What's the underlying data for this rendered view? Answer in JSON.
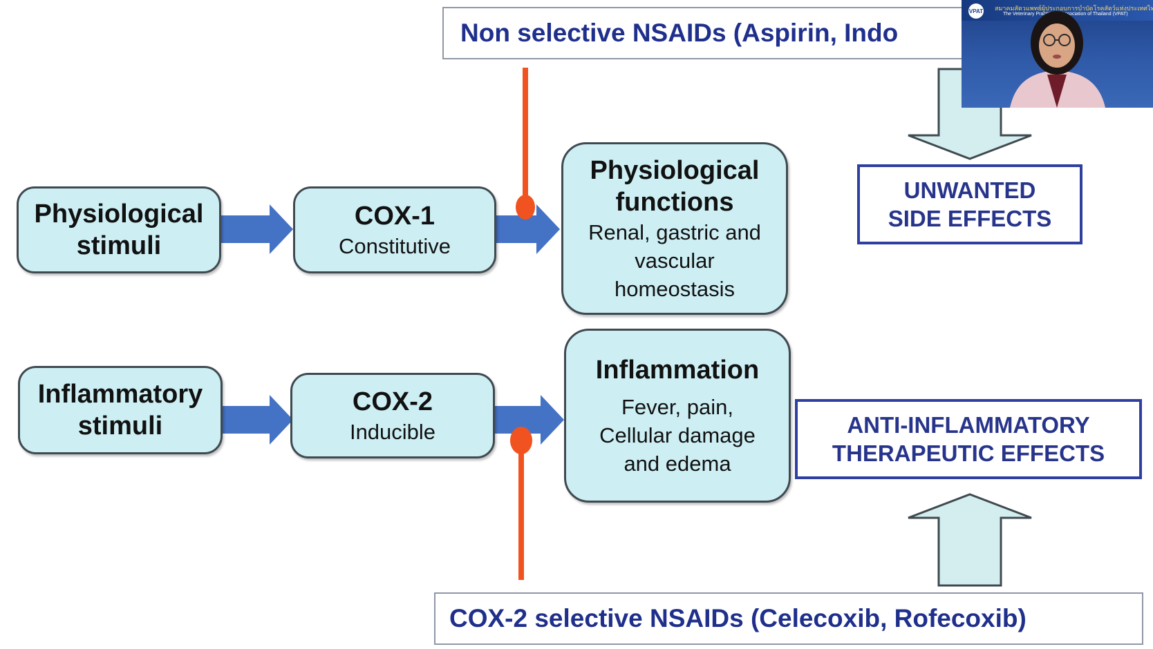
{
  "top_drug": {
    "label": "Non selective NSAIDs (Aspirin, Indo"
  },
  "bottom_drug": {
    "label": "COX-2 selective  NSAIDs (Celecoxib, Rofecoxib)"
  },
  "row1": {
    "stimulus": [
      "Physiological",
      "stimuli"
    ],
    "enzyme_title": "COX-1",
    "enzyme_sub": "Constitutive",
    "outcome_title": [
      "Physiological",
      "functions"
    ],
    "outcome_sub": [
      "Renal, gastric and",
      "vascular",
      "homeostasis"
    ]
  },
  "row2": {
    "stimulus": [
      "Inflammatory",
      "stimuli"
    ],
    "enzyme_title": "COX-2",
    "enzyme_sub": "Inducible",
    "outcome_title": [
      "Inflammation"
    ],
    "outcome_sub": [
      "Fever, pain,",
      "Cellular damage",
      "and edema"
    ]
  },
  "effects": {
    "unwanted": [
      "UNWANTED",
      "SIDE EFFECTS"
    ],
    "therapeutic": [
      "ANTI-INFLAMMATORY",
      "THERAPEUTIC EFFECTS"
    ]
  },
  "video": {
    "logo": "VPAT",
    "banner_line1": "สมาคมสัตวแพทย์ผู้ประกอบการบำบัดโรคสัตว์แห่งประเทศไทย",
    "banner_line2": "The Veterinary Practitioner Association of Thailand (VPAT)"
  },
  "colors": {
    "node_fill": "#cdeff4",
    "flow_arrow": "#4472c4",
    "inhibitor": "#f0531f",
    "effect_text": "#27348b",
    "drug_text": "#1f2f8c",
    "big_arrow_fill": "#d4eef0"
  }
}
